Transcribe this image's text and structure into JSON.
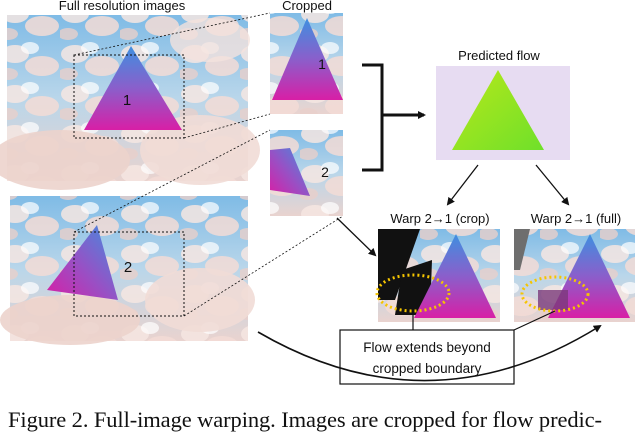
{
  "labels": {
    "full_resolution": "Full resolution images",
    "cropped": "Cropped",
    "predicted_flow": "Predicted flow",
    "warp_crop": "Warp 2→1 (crop)",
    "warp_full": "Warp 2→1 (full)",
    "callout_line1": "Flow extends beyond",
    "callout_line2": "cropped boundary",
    "triangle_1": "1",
    "triangle_2": "2",
    "crop_triangle_1": "1",
    "crop_triangle_2": "2"
  },
  "caption": "Figure 2. Full-image warping. Images are cropped for flow predic-",
  "colors": {
    "sky": "#8fc3e6",
    "cloud": "#f1d9d4",
    "triangle_top": "#3f8fe0",
    "triangle_bottom": "#d81fa6",
    "flow_green": "#9fe81a",
    "flow_bg": "#e7dcf2",
    "dotted_ellipse": "#f5c500"
  }
}
